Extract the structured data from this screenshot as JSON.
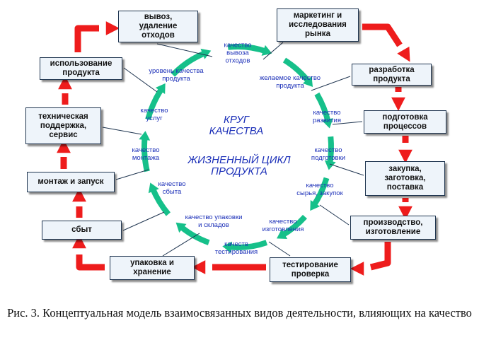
{
  "center": {
    "line1": "КРУГ\nКАЧЕСТВА",
    "line2": "ЖИЗНЕННЫЙ ЦИКЛ\nПРОДУКТА"
  },
  "boxes": [
    "вывоз,\nудаление\nотходов",
    "маркетинг и\nисследования\nрынка",
    "разработка\nпродукта",
    "подготовка\nпроцессов",
    "закупка,\nзаготовка,\nпоставка",
    "производство,\nизготовление",
    "тестирование\nпроверка",
    "упаковка и\nхранение",
    "сбыт",
    "монтаж и запуск",
    "техническая\nподдержка,\nсервис",
    "использование\nпродукта"
  ],
  "qualities": [
    "качество\nвывоза\nотходов",
    "желаемое качество\nпродукта",
    "качество\nразвития",
    "качество\nподготовки",
    "качество\nсырья, закупок",
    "качество\nизготовления",
    "качеств\nтестирования",
    "качество упаковки\nи складов",
    "качество\nсбыта",
    "качество\nмонтажа",
    "качество\nуслуг",
    "уровень качества\nпродукта"
  ],
  "caption": "Рис. 3. Концептуальная модель взаимосвязанных видов деятельности, влияющих на качество",
  "colors": {
    "flow_arrow": "#ee1c1c",
    "ring_arrow": "#16c08a",
    "box_border": "#1f3550",
    "label": "#1b2fb8"
  }
}
